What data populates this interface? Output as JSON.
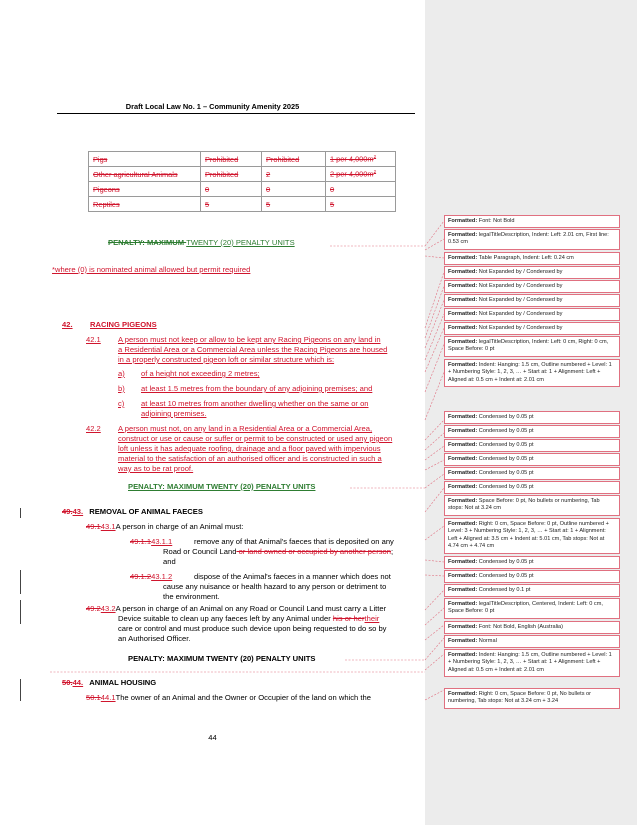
{
  "header": {
    "title": "Draft Local Law No. 1 – Community Amenity 2025"
  },
  "animal_table": [
    [
      "Pigs",
      "Prohibited",
      "Prohibited",
      "1 per 4,000m",
      "2"
    ],
    [
      "Other agricultural Animals",
      "Prohibited",
      "2",
      "2 per 4,000m",
      "2"
    ],
    [
      "Pigeons",
      "0",
      "0",
      "0",
      ""
    ],
    [
      "Reptiles",
      "5",
      "5",
      "5",
      ""
    ]
  ],
  "penalty_first": {
    "old": "PENALTY: MAXIMUM ",
    "new": "TWENTY (20) PENALTY UNITS"
  },
  "footnote": "*where (0) is nominated animal allowed but permit required",
  "sec42": {
    "num": "42.",
    "title": "RACING PIGEONS",
    "p1_num": "42.1",
    "p1_lines": [
      "A person must not keep or allow to be kept any Racing Pigeons on any land in",
      "a Residential Area or a Commercial Area unless the Racing Pigeons are housed",
      "in a properly constructed pigeon loft or similar structure which is:"
    ],
    "a_num": "a)",
    "a_text": "of a height not exceeding 2 metres;",
    "b_num": "b)",
    "b_text": "at least 1.5 metres from the boundary of any adjoining premises; and",
    "c_num": "c)",
    "c_lines": [
      "at least 10 metres from another dwelling whether on the same or on",
      "adjoining premises."
    ],
    "p2_num": "42.2",
    "p2_lines": [
      "A person must not, on any land in a Residential Area or a Commercial Area,",
      "construct or use or cause or suffer or permit to be constructed or used any pigeon",
      "loft unless it has adequate roofing, drainage and a floor paved with impervious",
      "material to the satisfaction of an authorised officer and is constructed in such a",
      "way as to be rat proof."
    ],
    "penalty": "PENALTY: MAXIMUM TWENTY (20) PENALTY UNITS"
  },
  "sec43": {
    "num_old": "49.",
    "num_new": "43.",
    "title": "REMOVAL OF ANIMAL FAECES",
    "p1_old": "49.1",
    "p1_new": "43.1",
    "p1_text": "A person in charge of an Animal must:",
    "s1_old": "49.1.1",
    "s1_new": "43.1.1",
    "s1_line1": "remove any of that Animal's faeces that is deposited on any",
    "s1_line2a": "Road or Council Land",
    "s1_line2_del": " or land owned or occupied by another person",
    "s1_line2b": ";",
    "s1_line3": "and",
    "s2_old": "49.1.2",
    "s2_new": "43.1.2",
    "s2_line1": "dispose of the Animal's faeces in a manner which does not",
    "s2_line2": "cause any nuisance or health hazard to any person or detriment to",
    "s2_line3": "the environment.",
    "p2_old": "49.2",
    "p2_new": "43.2",
    "p2_line1": "A person in charge of an Animal on any Road or Council Land must carry a Litter",
    "p2_line2a": "Device suitable to clean up any faeces left by any Animal under ",
    "p2_line2_del": "his or her",
    "p2_line2_ins": "their",
    "p2_line3": "care or control and must produce such device upon being requested to do so by",
    "p2_line4": "an Authorised Officer.",
    "penalty": "PENALTY: MAXIMUM TWENTY (20) PENALTY UNITS"
  },
  "sec44": {
    "num_old": "50.",
    "num_new": "44.",
    "title": "ANIMAL HOUSING",
    "p1_old": "50.1",
    "p1_new": "44.1",
    "p1_text": "The  owner of an Animal and the Owner or Occupier of the land on which the"
  },
  "page_number": "44",
  "comments": [
    {
      "label": "Formatted:",
      "text": "Font: Not Bold"
    },
    {
      "label": "Formatted:",
      "text": "legalTitleDescription, Indent: Left:  2.01 cm, First line:  0.53 cm"
    },
    {
      "label": "Formatted:",
      "text": "Table Paragraph, Indent: Left:  0.24 cm"
    },
    {
      "label": "Formatted:",
      "text": "Not Expanded by / Condensed by"
    },
    {
      "label": "Formatted:",
      "text": "Not Expanded by / Condensed by"
    },
    {
      "label": "Formatted:",
      "text": "Not Expanded by / Condensed by"
    },
    {
      "label": "Formatted:",
      "text": "Not Expanded by / Condensed by"
    },
    {
      "label": "Formatted:",
      "text": "Not Expanded by / Condensed by"
    },
    {
      "label": "Formatted:",
      "text": "legalTitleDescription, Indent: Left:  0 cm, Right:  0 cm, Space Before:  0 pt"
    },
    {
      "label": "Formatted:",
      "text": "Indent: Hanging:  1.5 cm, Outline numbered + Level: 1 + Numbering Style: 1, 2, 3, … + Start at: 1 + Alignment: Left + Aligned at:  0.5 cm + Indent at:  2.01 cm"
    },
    {
      "label": "Formatted:",
      "text": "Condensed by  0.05 pt"
    },
    {
      "label": "Formatted:",
      "text": "Condensed by  0.05 pt"
    },
    {
      "label": "Formatted:",
      "text": "Condensed by  0.05 pt"
    },
    {
      "label": "Formatted:",
      "text": "Condensed by  0.05 pt"
    },
    {
      "label": "Formatted:",
      "text": "Condensed by  0.05 pt"
    },
    {
      "label": "Formatted:",
      "text": "Condensed by  0.05 pt"
    },
    {
      "label": "Formatted:",
      "text": "Space Before:  0 pt,  No bullets or numbering, Tab stops: Not at  3.24 cm"
    },
    {
      "label": "Formatted:",
      "text": "Right:  0 cm, Space Before:  0 pt, Outline numbered + Level: 3 + Numbering Style: 1, 2, 3, … + Start at: 1 + Alignment: Left + Aligned at:  3.5 cm + Indent at:  5.01 cm, Tab stops: Not at  4.74 cm +  4.74 cm"
    },
    {
      "label": "Formatted:",
      "text": "Condensed by  0.05 pt"
    },
    {
      "label": "Formatted:",
      "text": "Condensed by  0.05 pt"
    },
    {
      "label": "Formatted:",
      "text": "Condensed by  0.1 pt"
    },
    {
      "label": "Formatted:",
      "text": "legalTitleDescription, Centered, Indent: Left:  0 cm, Space Before:  0 pt"
    },
    {
      "label": "Formatted:",
      "text": "Font: Not Bold, English (Australia)"
    },
    {
      "label": "Formatted:",
      "text": "Normal"
    },
    {
      "label": "Formatted:",
      "text": "Indent: Hanging:  1.5 cm, Outline numbered + Level: 1 + Numbering Style: 1, 2, 3, … + Start at: 1 + Alignment: Left + Aligned at:  0.5 cm + Indent at:  2.01 cm"
    },
    {
      "label": "Formatted:",
      "text": "Right:  0 cm, Space Before:  0 pt,  No bullets or numbering, Tab stops: Not at  3.24 cm +  3.24"
    }
  ],
  "colors": {
    "deleted": "#d0152d",
    "moved": "#2e7d32",
    "pane": "#ececec",
    "balloon_border": "#e07080"
  }
}
